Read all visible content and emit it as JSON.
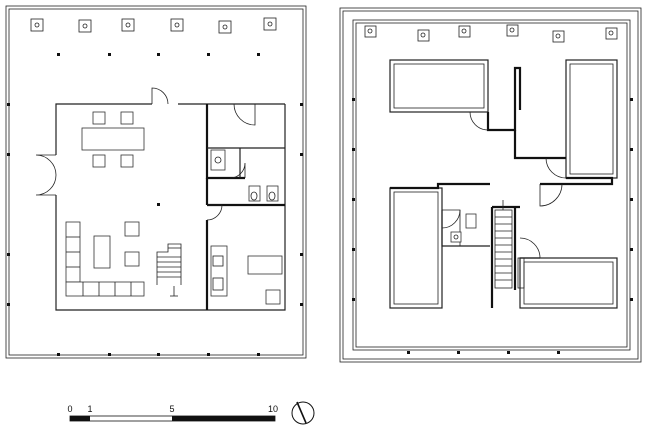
{
  "scale_bar": {
    "labels": [
      "0",
      "1",
      "5",
      "10"
    ]
  },
  "icons": {
    "north_arrow": "north-arrow-icon",
    "stair_arrow": "up-arrow-icon"
  },
  "colors": {
    "line": "#111111",
    "background": "#ffffff"
  }
}
